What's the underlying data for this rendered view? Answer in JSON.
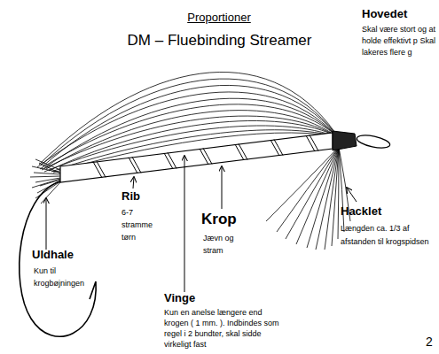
{
  "diagram": {
    "title": "DM – Fluebinding Streamer",
    "labels": [
      "Proportioner",
      "Hovedet",
      "Skal være stort og at holde effektivt p Skal lakeres flere g",
      "Uldhale",
      "Kun til krogbøjningen",
      "Rib",
      "6-7 stramme tørn",
      "Krop",
      "Jævn og stram",
      "Hacklet",
      "Længden ca. 1/3 af afstanden til krogspidsen",
      "Vinge",
      "Kun en anelse længere end krogen ( 1 mm. ). Indbindes som regel i 2 bundter, skal sidde virkeligt fast",
      "2"
    ]
  }
}
